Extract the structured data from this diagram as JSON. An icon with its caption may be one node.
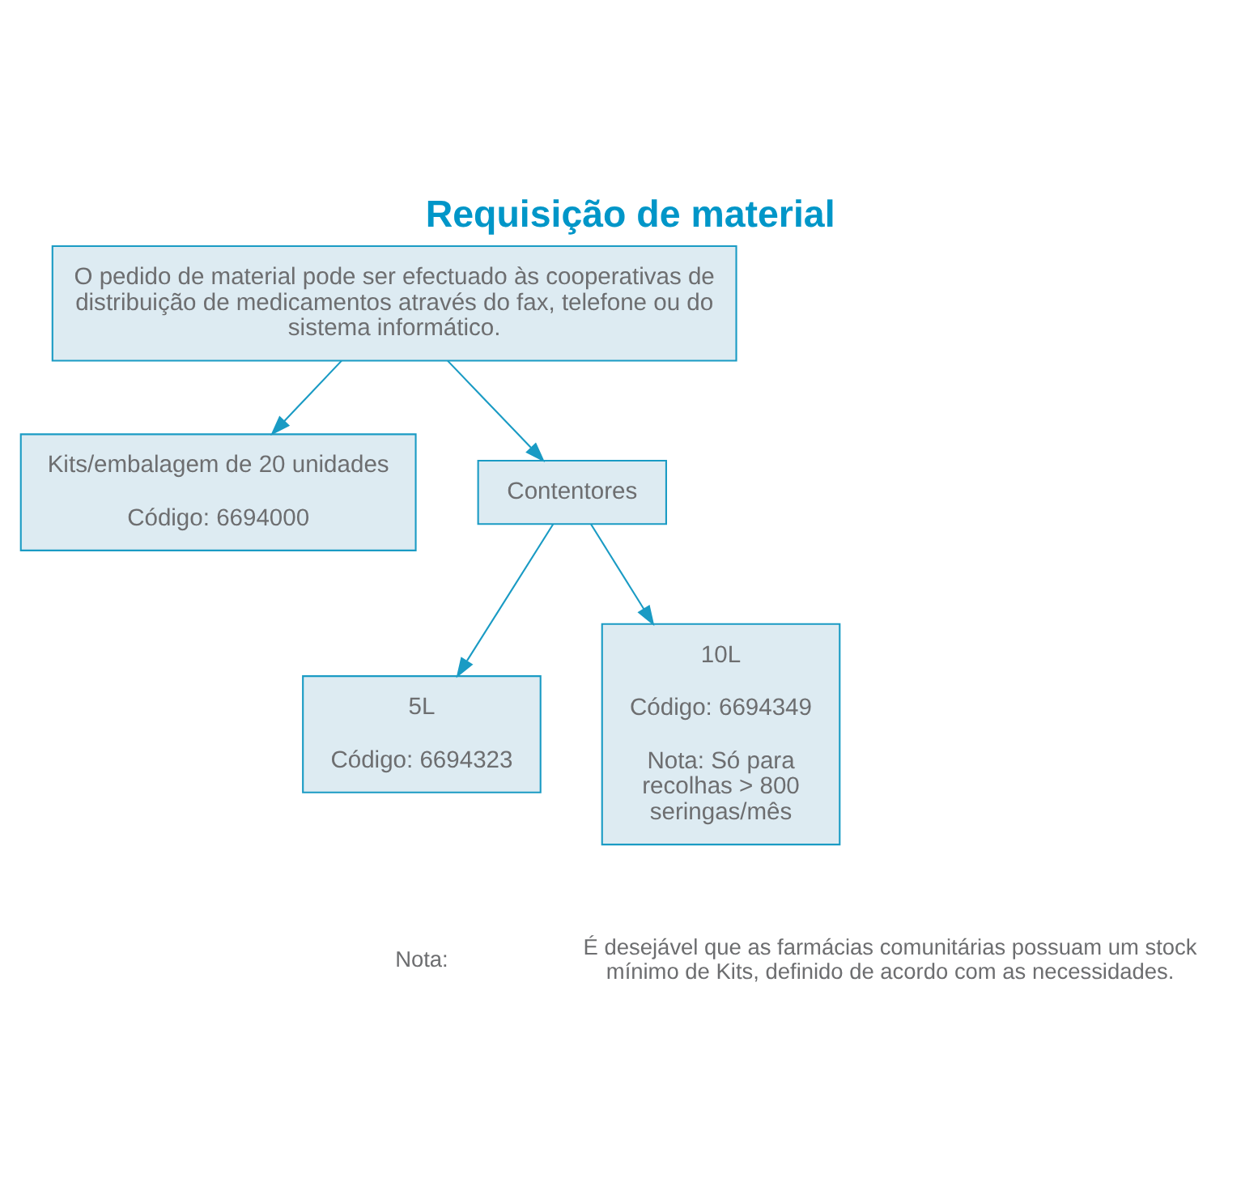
{
  "diagram": {
    "title": "Requisição de material",
    "nodes": [
      {
        "text": [
          "O pedido de material pode ser efectuado às cooperativas de distribuição de medicamentos através do fax, telefone ou do sistema informático."
        ]
      },
      {
        "text": [
          "Kits/embalagem de 20 unidades",
          "Código: 6694000"
        ]
      },
      {
        "text": [
          "Contentores"
        ]
      },
      {
        "text": [
          "5L",
          "Código: 6694323"
        ]
      },
      {
        "text": [
          "10L",
          "Código: 6694349",
          "Nota: Só para recolhas > 800 seringas/mês"
        ]
      }
    ],
    "edges": [
      {
        "from": 0,
        "to": 1,
        "arrow": "to"
      },
      {
        "from": 0,
        "to": 2,
        "arrow": "to"
      },
      {
        "from": 2,
        "to": 3,
        "arrow": "to"
      },
      {
        "from": 2,
        "to": 4,
        "arrow": "to"
      }
    ],
    "labels": [
      "Nota:",
      "É desejável que as farmácias comunitárias possuam um stock mínimo de Kits, definido de acordo com as necessidades."
    ]
  }
}
